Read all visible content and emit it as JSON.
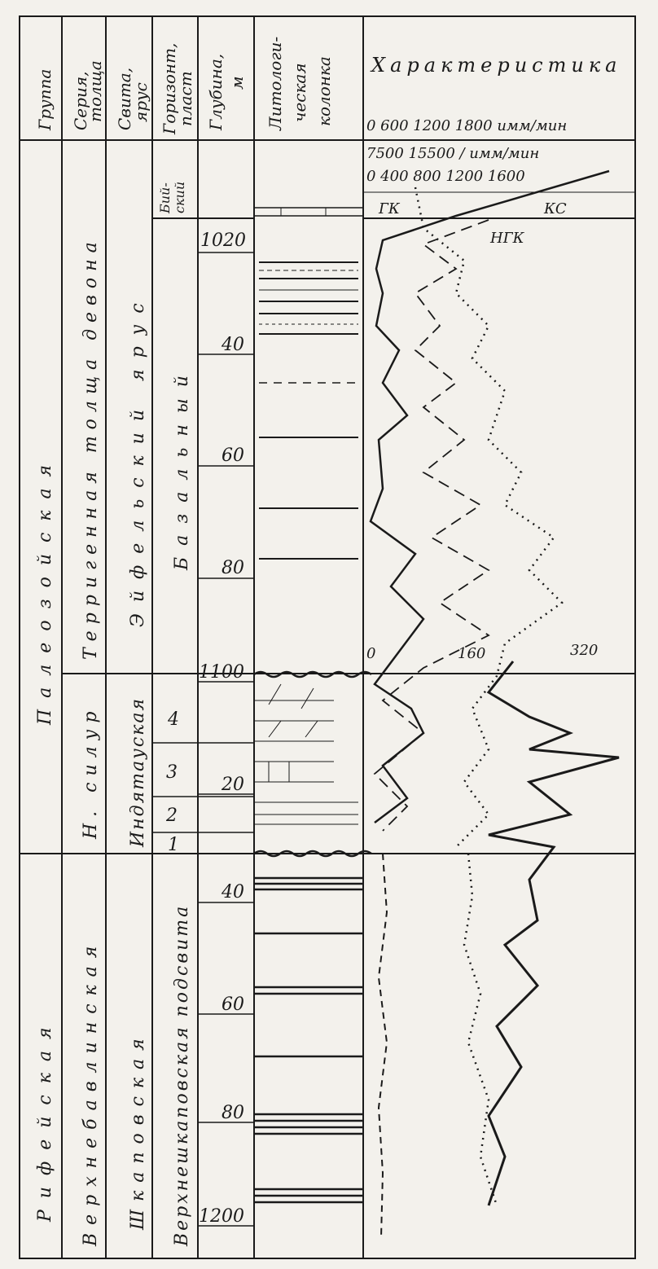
{
  "headers": {
    "group": "Группа",
    "series": [
      "Серия,",
      "толща"
    ],
    "suite": [
      "Свита,",
      "ярус"
    ],
    "horizon": [
      "Горизонт,",
      "пласт"
    ],
    "depth": [
      "Глубина,",
      "м"
    ],
    "litho": [
      "Литологи-",
      "ческая",
      "колонка"
    ],
    "char": "Характеристика"
  },
  "scales": {
    "ks_top": "0  600 1200 1800 имм/мин",
    "ngk": "7500   15500  /    имм/мин",
    "gk": "0    400   800  1200   1600",
    "low": [
      "0",
      "160",
      "320"
    ]
  },
  "curve_labels": {
    "gk": "ГК",
    "ngk": "НГК",
    "ks": "КС"
  },
  "column_text": {
    "group_paleo": "Палеозойская",
    "group_rifey": "Рифейская",
    "series_devon": "Терригенная толща девона",
    "series_silur": "Н. силур",
    "series_verkh": "Верхнебавлинская",
    "suite_eifel": "Эйфельский ярус",
    "suite_indyat": "Индятауская",
    "suite_shkap": "Шкаповская",
    "horizon_biy": [
      "Бий-",
      "ский"
    ],
    "horizon_baz": "Базальный",
    "horizon_podsv": "Верхнешкаповская подсвита",
    "layers": [
      "4",
      "3",
      "2",
      "1"
    ]
  },
  "depth_labels": [
    "1020",
    "40",
    "60",
    "80",
    "1100",
    "20",
    "40",
    "60",
    "80",
    "1200"
  ]
}
